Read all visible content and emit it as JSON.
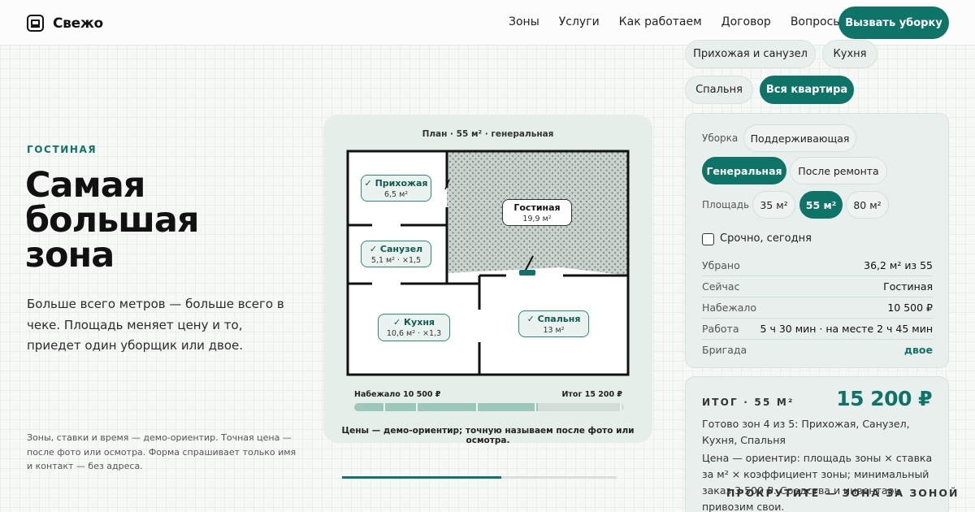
{
  "brand": {
    "name": "Свежо"
  },
  "nav": [
    "Зоны",
    "Услуги",
    "Как работаем",
    "Договор",
    "Вопросы"
  ],
  "cta": "Вызвать уборку",
  "section": {
    "eyebrow": "ГОСТИНАЯ",
    "headline_lines": [
      "Самая",
      "большая",
      "зона"
    ],
    "lead": "Больше всего метров — больше всего в чеке. Площадь меняет цену и то, приедет один уборщик или двое.",
    "disclaimer": "Зоны, ставки и время — демо-ориентир. Точная цена — после фото или осмотра. Форма спрашивает только имя и контакт — без адреса."
  },
  "plan": {
    "caption": "План · 55 м² · генеральная",
    "rooms": {
      "hall": {
        "name": "✓ Прихожая",
        "meta": "6,5 м²"
      },
      "bath": {
        "name": "✓ Санузел",
        "meta": "5,1 м² · ×1,5"
      },
      "kitchen": {
        "name": "✓ Кухня",
        "meta": "10,6 м² · ×1,3"
      },
      "bedroom": {
        "name": "✓ Спальня",
        "meta": "13 м²"
      },
      "living": {
        "name": "Гостиная",
        "meta": "19,9 м²"
      }
    },
    "accrued_label": "Набежало 10 500 ₽",
    "total_label": "Итог 15 200 ₽",
    "progress": 0.68,
    "footnote": "Цены — демо-ориентир; точную называем после фото или осмотра."
  },
  "zones": [
    "Прихожая и санузел",
    "Кухня",
    "Спальня",
    "Вся квартира"
  ],
  "zones_active": "Вся квартира",
  "options": {
    "cleaning_label": "Уборка",
    "cleaning": [
      "Поддерживающая",
      "Генеральная",
      "После ремонта"
    ],
    "cleaning_active": "Генеральная",
    "area_label": "Площадь",
    "area": [
      "35 м²",
      "55 м²",
      "80 м²"
    ],
    "area_active": "55 м²",
    "urgent_label": "Срочно, сегодня",
    "urgent_checked": false
  },
  "stats": [
    {
      "k": "Убрано",
      "v": "36,2 м² из 55"
    },
    {
      "k": "Сейчас",
      "v": "Гостиная"
    },
    {
      "k": "Набежало",
      "v": "10 500 ₽"
    },
    {
      "k": "Работа",
      "v": "5 ч 30 мин · на месте 2 ч 45 мин"
    },
    {
      "k": "Бригада",
      "v": "двое"
    }
  ],
  "total": {
    "title": "ИТОГ · 55 М²",
    "price": "15 200 ₽",
    "done": "Готово зон 4 из 5: Прихожая, Санузел, Кухня, Спальня",
    "note": "Цена — ориентир: площадь зоны × ставка за м² × коэффициент зоны; минимальный заказ 3 500 ₽. Средства и инвентарь привозим свои."
  },
  "scroll_hint": "ПРОКРУТИТЕ — ЗОНА ЗА ЗОНОЙ",
  "page_progress": 0.58,
  "colors": {
    "accent": "#0f7468",
    "accent_light": "#9cc7bb",
    "bg": "#f6f8f6"
  }
}
